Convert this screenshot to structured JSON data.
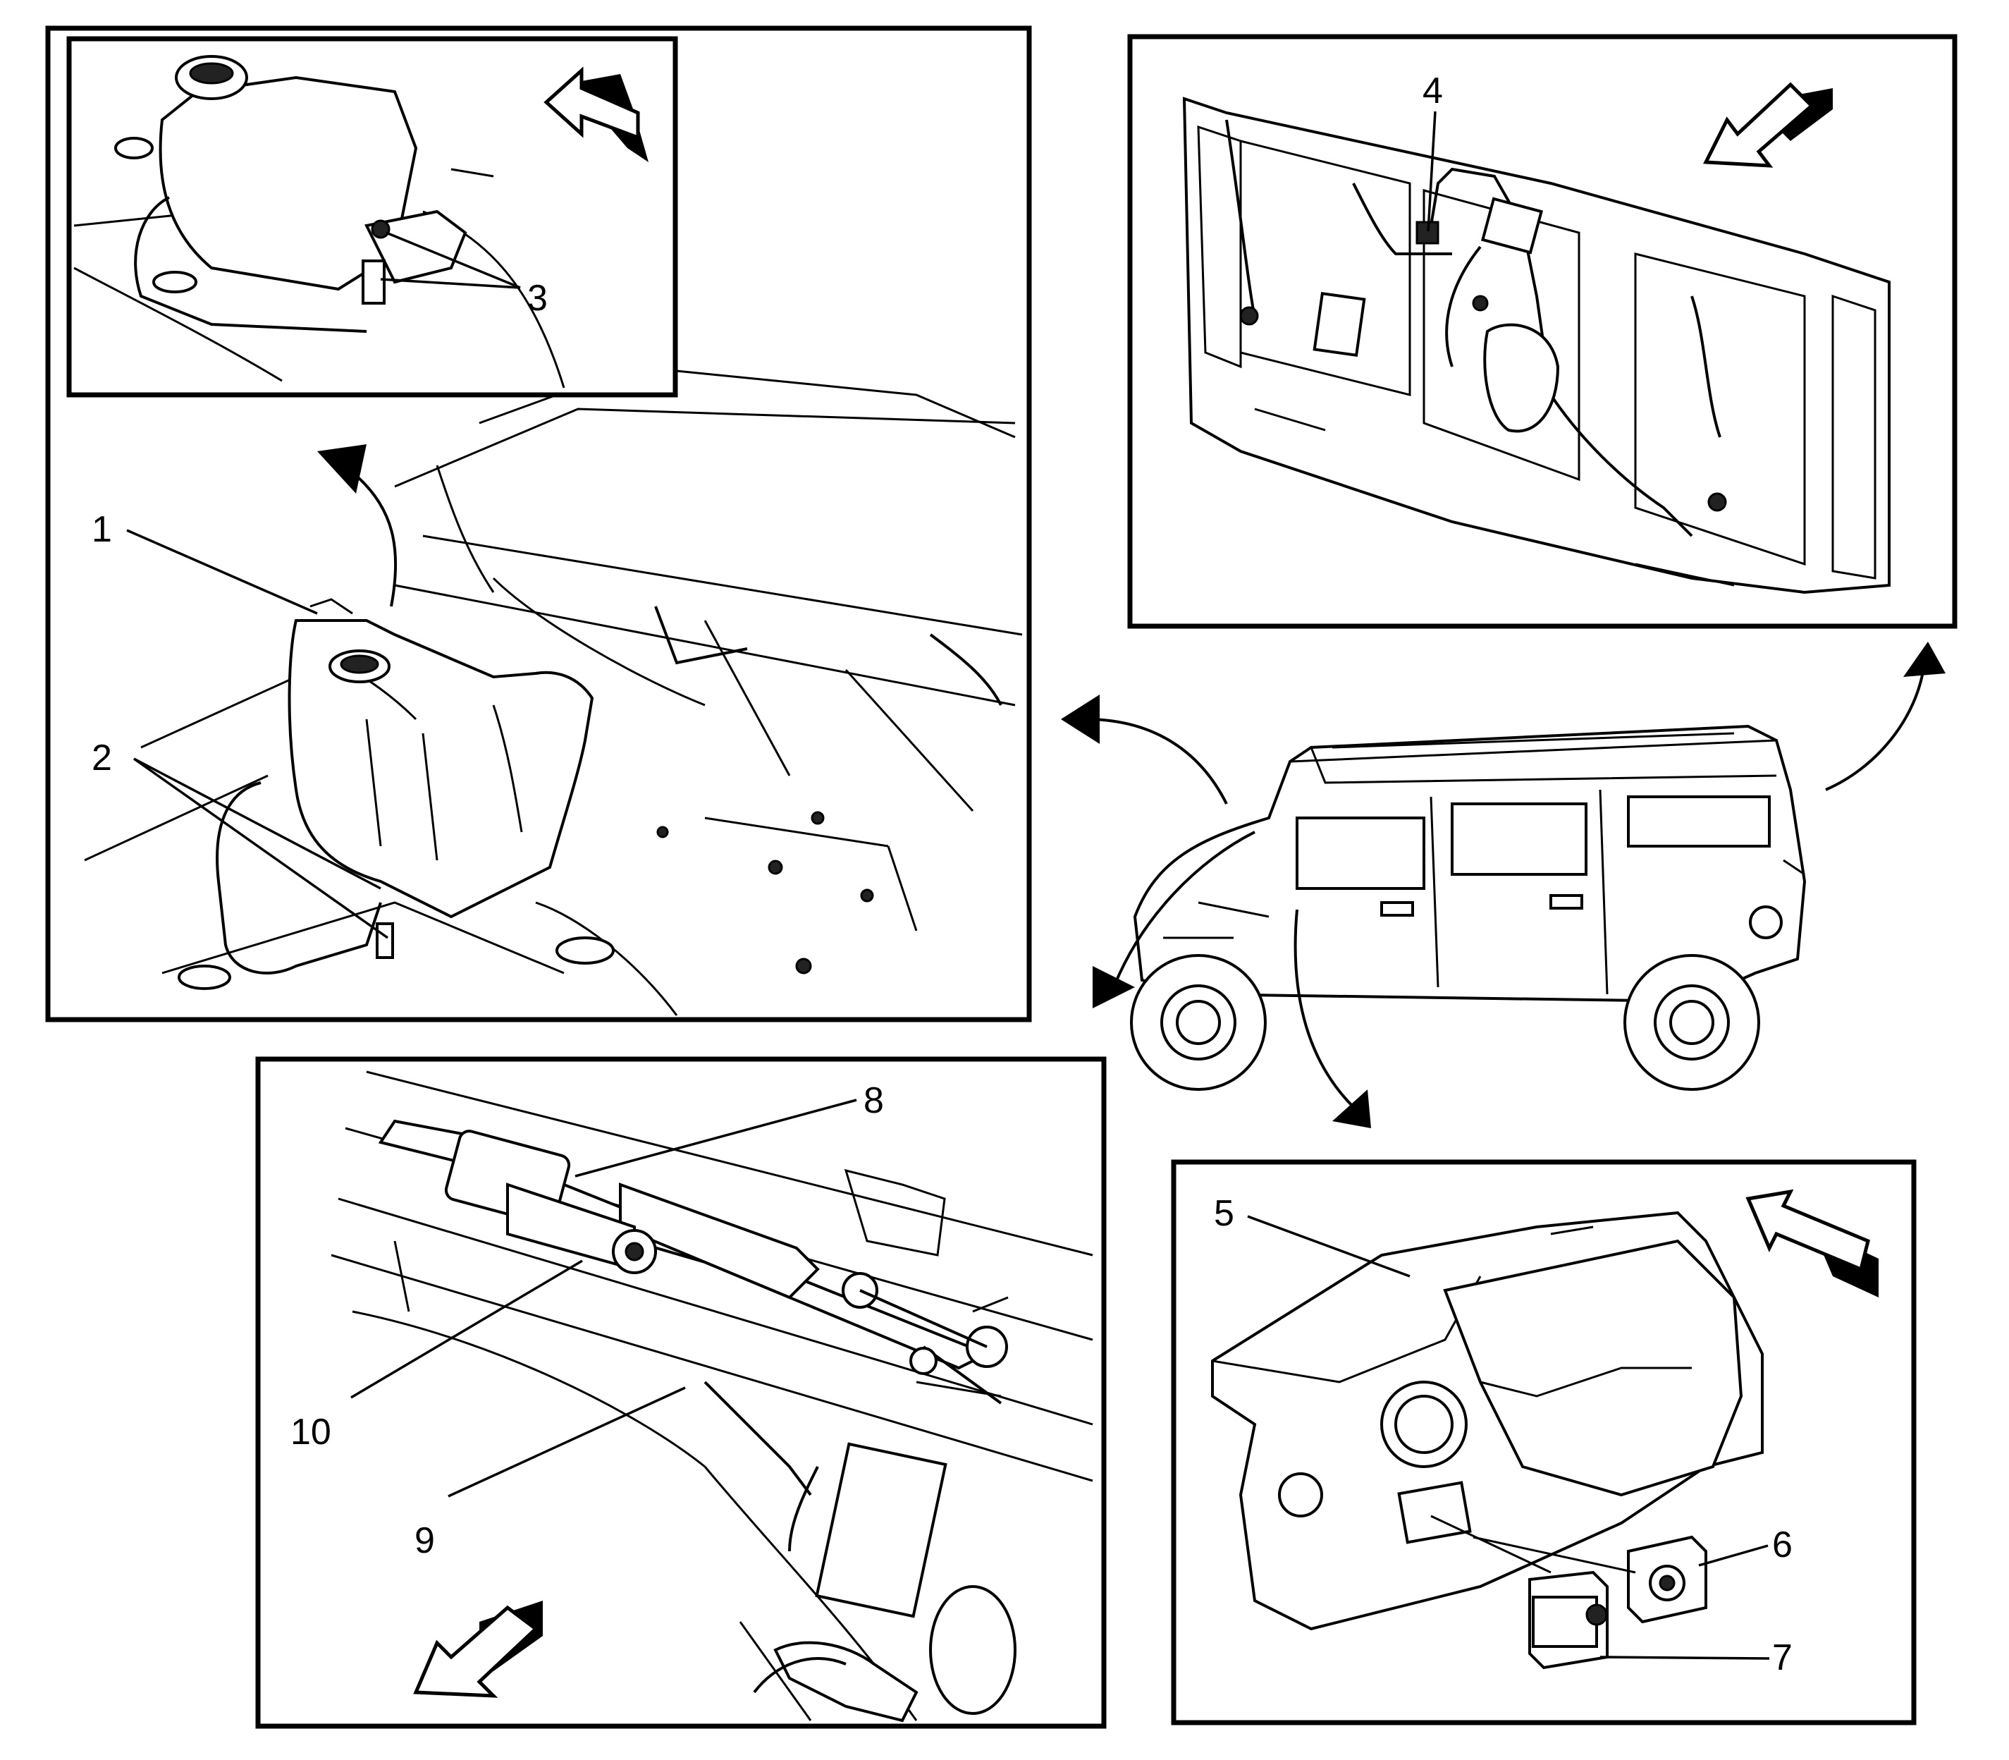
{
  "callouts": {
    "c1": "1",
    "c2": "2",
    "c3": "3",
    "c4": "4",
    "c5": "5",
    "c6": "6",
    "c7": "7",
    "c8": "8",
    "c9": "9",
    "c10": "10"
  },
  "icons": {
    "direction_arrow": "forward-direction-arrow-icon",
    "view_arrow": "curved-view-arrow-icon"
  },
  "colors": {
    "line": "#000000",
    "background": "#ffffff"
  }
}
